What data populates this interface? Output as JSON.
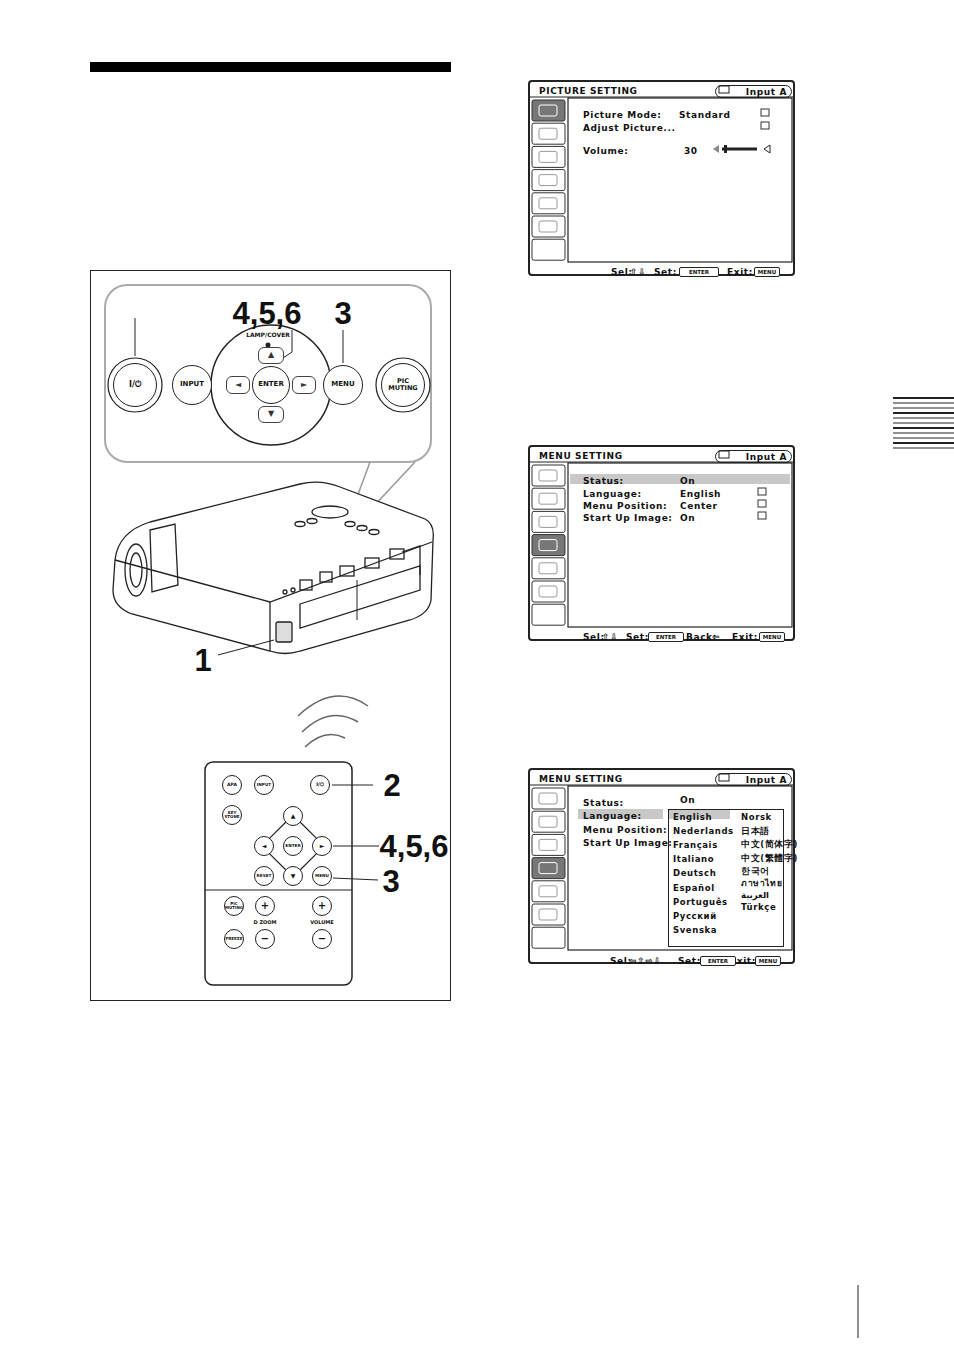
{
  "diagram": {
    "nodes": [
      {
        "text": [
          "I/⏻"
        ]
      },
      {
        "text": [
          "INPUT"
        ]
      },
      {
        "text": [
          "▲"
        ]
      },
      {
        "text": [
          "◄"
        ]
      },
      {
        "text": [
          "ENTER"
        ]
      },
      {
        "text": [
          "►"
        ]
      },
      {
        "text": [
          "▼"
        ]
      },
      {
        "text": [
          "MENU"
        ]
      },
      {
        "text": [
          "PIC MUTING"
        ]
      },
      {
        "text": [
          "APA"
        ]
      },
      {
        "text": [
          "INPUT"
        ]
      },
      {
        "text": [
          "I/⏻"
        ]
      },
      {
        "text": [
          "KEY STONE"
        ]
      },
      {
        "text": [
          "▲"
        ]
      },
      {
        "text": [
          "◄"
        ]
      },
      {
        "text": [
          "ENTER"
        ]
      },
      {
        "text": [
          "►"
        ]
      },
      {
        "text": [
          "RESET"
        ]
      },
      {
        "text": [
          "▼"
        ]
      },
      {
        "text": [
          "MENU"
        ]
      },
      {
        "text": [
          "PIC MUTING"
        ]
      },
      {
        "text": [
          "+"
        ]
      },
      {
        "text": [
          "+"
        ]
      },
      {
        "text": [
          "FREEZE"
        ]
      },
      {
        "text": [
          "−"
        ]
      },
      {
        "text": [
          "−"
        ]
      },
      {
        "text": [
          "PICTURE SETTING",
          "Picture Mode:",
          "Standard",
          "Adjust Picture...",
          "Volume:",
          "30",
          "Sel:",
          "⇧⇩",
          "Set:",
          "Exit:"
        ]
      },
      {
        "text": [
          "Input A"
        ],
        "in": 26
      },
      {
        "text": [
          "ENTER"
        ],
        "in": 26
      },
      {
        "text": [
          "MENU"
        ],
        "in": 26
      },
      {
        "text": [
          "MENU SETTING",
          "Status:",
          "On",
          "Language:",
          "English",
          "Menu Position:",
          "Center",
          "Start Up Image:",
          "On",
          "Sel:",
          "⇧⇩",
          "Set:",
          "Back:",
          "⇦",
          "Exit:"
        ]
      },
      {
        "text": [
          "Input A"
        ],
        "in": 30
      },
      {
        "text": [
          "ENTER"
        ],
        "in": 30
      },
      {
        "text": [
          "MENU"
        ],
        "in": 30
      },
      {
        "text": [
          "MENU SETTING",
          "Status:",
          "On",
          "Language:",
          "Menu Position:",
          "Start Up Image:",
          "Sel:",
          "⇦⇧⇨⇩",
          "Set:",
          "Exit:"
        ]
      },
      {
        "text": [
          "Input A"
        ],
        "in": 34
      },
      {
        "text": [
          "English",
          "Nederlands",
          "Français",
          "Italiano",
          "Deutsch",
          "Español",
          "Português",
          "Русский",
          "Svenska",
          "Norsk",
          "日本語",
          "中文(简体字)",
          "中文(繁體字)",
          "한국어",
          "ภาษาไทย",
          "العربية",
          "Türkçe"
        ],
        "in": 34
      },
      {
        "text": [
          "ENTER"
        ],
        "in": 34
      },
      {
        "text": [
          "MENU"
        ],
        "in": 34
      }
    ],
    "labels": [
      "4,5,6",
      "3",
      "LAMP/COVER",
      "1",
      "2",
      "4,5,6",
      "3",
      "D ZOOM",
      "VOLUME"
    ]
  }
}
